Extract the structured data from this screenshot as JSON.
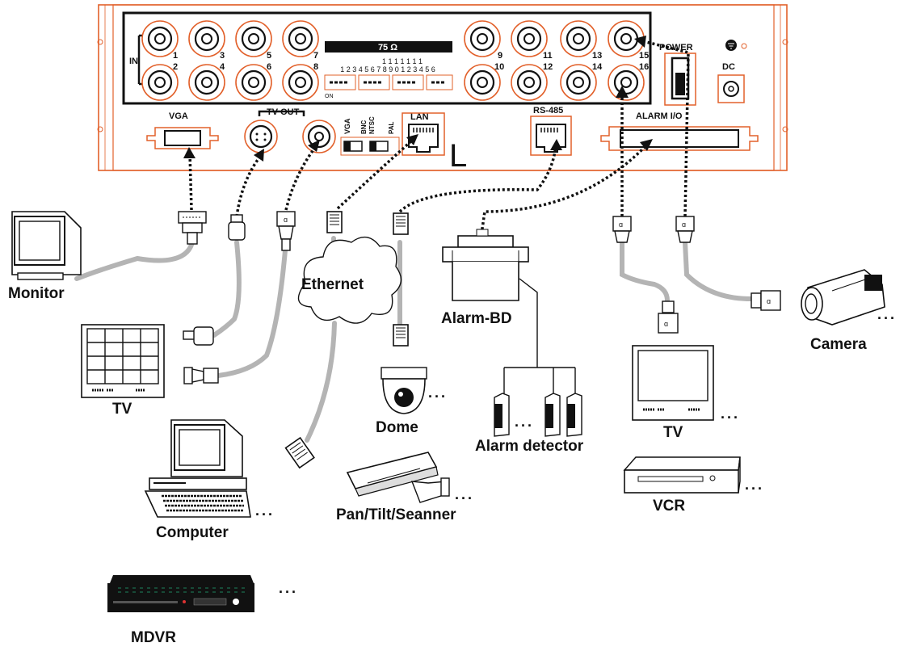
{
  "panel": {
    "in_label": "IN",
    "input_numbers": [
      "1",
      "2",
      "3",
      "4",
      "5",
      "6",
      "7",
      "8",
      "9",
      "10",
      "11",
      "12",
      "13",
      "14",
      "15",
      "16"
    ],
    "impedance_label": "75 Ω",
    "dip_numbers": "1 2 3 4 5 6 7 8 9 0 1 2 3 4 5 6",
    "dip_tens": "1 1 1 1 1 1 1",
    "dip_on_label": "ON",
    "power_label": "POWER",
    "dc_label": "DC",
    "vga_label": "VGA",
    "tvout_label": "TV OUT",
    "switch_labels": [
      "VGA",
      "BNC",
      "NTSC",
      "PAL"
    ],
    "lan_label": "LAN",
    "rs485_label": "RS-485",
    "alarm_io_label": "ALARM I/O",
    "l_mark": "L"
  },
  "devices": {
    "monitor": "Monitor",
    "tv_left": "TV",
    "computer": "Computer",
    "mdvr": "MDVR",
    "ethernet": "Ethernet",
    "dome": "Dome",
    "pan_tilt": "Pan/Tilt/Seanner",
    "alarm_bd": "Alarm-BD",
    "alarm_detector": "Alarm detector",
    "tv_right": "TV",
    "vcr": "VCR",
    "camera": "Camera"
  },
  "ellipsis": "...",
  "colors": {
    "panel_outline": "#e2602a",
    "cable": "#b4b4b4",
    "ink": "#111111"
  },
  "icons": [
    "bnc-connector-icon",
    "rj45-plug-icon",
    "vga-plug-icon",
    "svideo-plug-icon",
    "power-switch-icon",
    "ground-icon",
    "dc-jack-icon"
  ]
}
